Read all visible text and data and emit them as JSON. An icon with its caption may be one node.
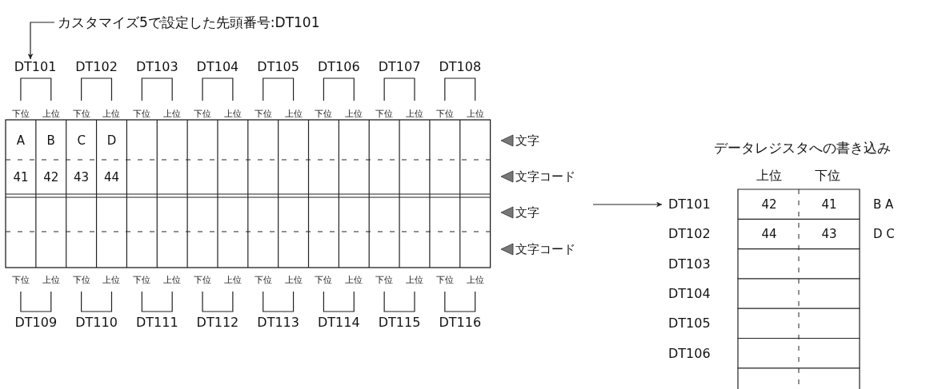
{
  "diagram": {
    "nodes": [
      {
        "text": [
          "カスタマイズ5で設定した先頭番号:DT101"
        ]
      },
      {
        "text": [
          "DT101"
        ]
      },
      {
        "text": [
          "DT101"
        ]
      }
    ],
    "edges": [
      {
        "from": 0,
        "to": 1,
        "arrow": "to"
      },
      {
        "from": null,
        "to": 2,
        "arrow": "to"
      }
    ],
    "labels": [
      "DT102",
      "DT103",
      "DT104",
      "DT105",
      "DT106",
      "DT107",
      "DT108",
      "下位",
      "上位",
      "下位",
      "上位",
      "下位",
      "上位",
      "下位",
      "上位",
      "下位",
      "上位",
      "下位",
      "上位",
      "下位",
      "上位",
      "下位",
      "上位",
      "A",
      "B",
      "C",
      "D",
      "文字",
      "41",
      "42",
      "43",
      "44",
      "文字コード",
      "データレジスタへの書き込み",
      "上位",
      "下位",
      "文字",
      "42",
      "41",
      "B A",
      "DT102",
      "44",
      "43",
      "D C",
      "文字コード",
      "DT103",
      "DT104",
      "DT105",
      "DT106",
      "下位",
      "上位",
      "下位",
      "上位",
      "下位",
      "上位",
      "下位",
      "上位",
      "下位",
      "上位",
      "下位",
      "上位",
      "下位",
      "上位",
      "下位",
      "上位",
      "DT109",
      "DT110",
      "DT111",
      "DT112",
      "DT113",
      "DT114",
      "DT115",
      "DT116"
    ]
  }
}
